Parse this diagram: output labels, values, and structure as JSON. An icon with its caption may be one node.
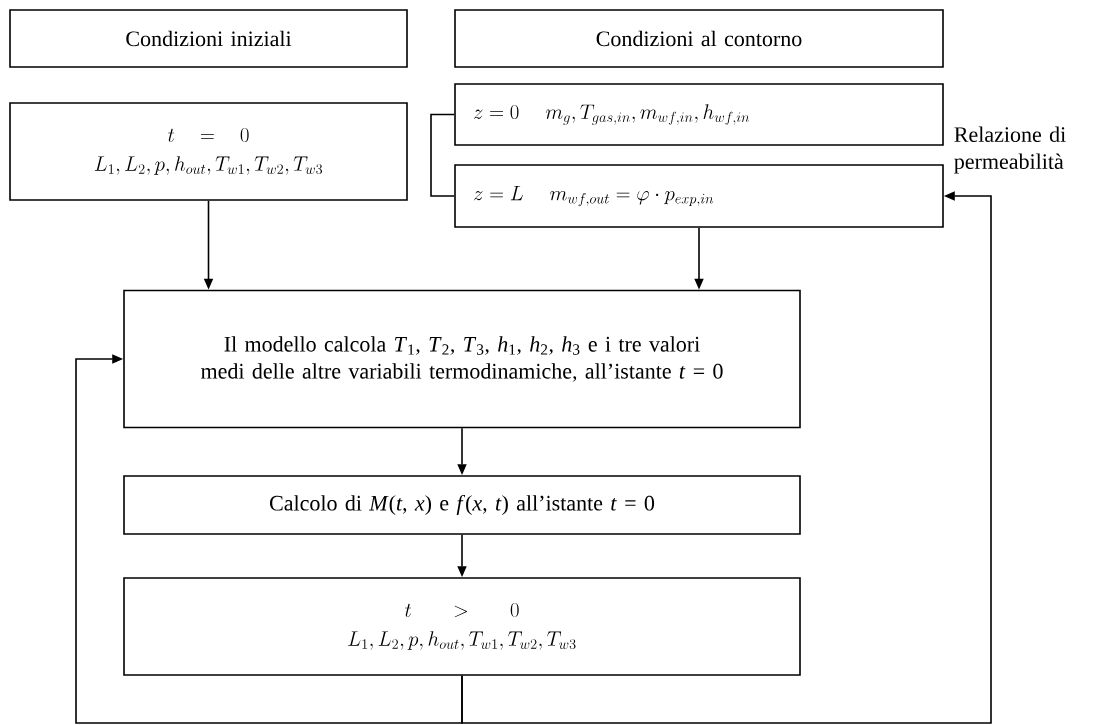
{
  "diagram": {
    "nodes": [
      {
        "text": [
          "Condizioni iniziali"
        ]
      },
      {
        "text": [
          "Condizioni al contorno"
        ]
      },
      {
        "text": [
          "t = 0",
          "L_1, L_2, p, h_{out}, T_{w1}, T_{w2}, T_{w3}"
        ]
      },
      {
        "text": [
          "z = 0",
          "m_g, T_{gas,in}, m_{wf,in}, h_{wf,in}"
        ]
      },
      {
        "text": [
          "z = L",
          "m_{wf,out} = \\varphi \\cdot p_{exp,in}"
        ]
      },
      {
        "text": [
          "Il modello calcola *T*$_{1}$, *T*$_{2}$, *T*$_{3}$, *h*$_{1}$, *h*$_{2}$, *h*$_{3}$ e i tre valori medi delle altre variabili termodinamiche, all’istante *t* = 0"
        ]
      },
      {
        "text": [
          "Calcolo di *M*(*t*, *x*) e *f*(*x*, *t*) all’istante *t* = 0"
        ]
      },
      {
        "text": [
          "t > 0",
          "L_1, L_2, p, h_{out}, T_{w1}, T_{w2}, T_{w3}"
        ]
      }
    ],
    "edges": [
      {
        "from": 2,
        "to": 5,
        "arrow": "to"
      },
      {
        "from": 4,
        "to": 5,
        "arrow": "to"
      },
      {
        "from": 5,
        "to": 6,
        "arrow": "to"
      },
      {
        "from": 6,
        "to": 7,
        "arrow": "to"
      },
      {
        "from": 7,
        "to": 5,
        "arrow": "to"
      },
      {
        "from": 7,
        "to": 4,
        "arrow": "to",
        "label": "Relazione di permeabilità"
      },
      {
        "from": 3,
        "to": 4,
        "arrow": "none"
      }
    ]
  }
}
